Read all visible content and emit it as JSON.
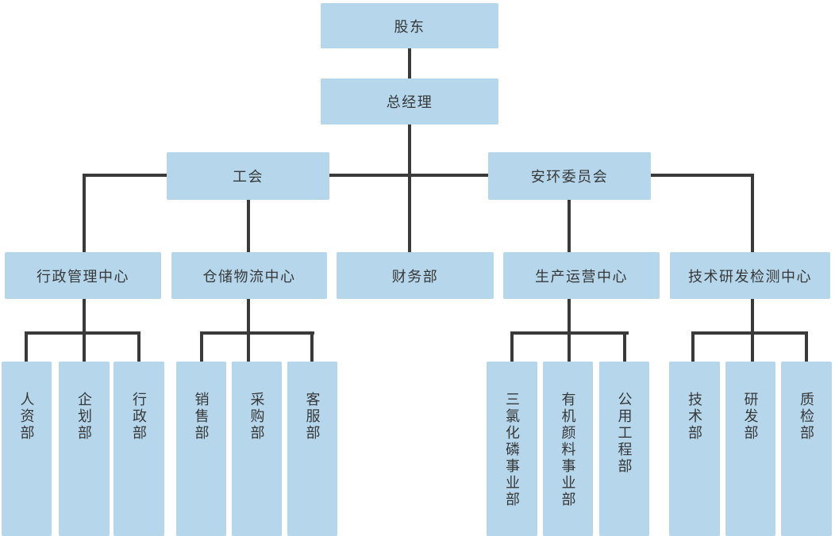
{
  "diagram": {
    "type": "org-chart",
    "colors": {
      "node_fill": "#b5d6eb",
      "connector": "#3a3a3a",
      "text": "#383838",
      "background": "#ffffff"
    },
    "nodes": {
      "shareholders": "股东",
      "general_manager": "总经理",
      "labor_union": "工会",
      "safety_env_committee": "安环委员会",
      "admin_mgmt_center": "行政管理中心",
      "warehouse_logistics_center": "仓储物流中心",
      "finance_dept": "财务部",
      "production_ops_center": "生产运营中心",
      "tech_rd_testing_center": "技术研发检测中心",
      "hr_dept": "人资部",
      "planning_dept": "企划部",
      "administration_dept": "行政部",
      "sales_dept": "销售部",
      "procurement_dept": "采购部",
      "customer_service_dept": "客服部",
      "pcl3_division": "三氯化磷事业部",
      "organic_pigment_division": "有机颜料事业部",
      "utility_engineering_dept": "公用工程部",
      "technology_dept": "技术部",
      "rd_dept": "研发部",
      "quality_inspection_dept": "质检部"
    },
    "hierarchy": {
      "股东": [
        "总经理"
      ],
      "总经理": [
        "工会",
        "安环委员会",
        "财务部"
      ],
      "工会": [
        "行政管理中心",
        "仓储物流中心"
      ],
      "安环委员会": [
        "生产运营中心",
        "技术研发检测中心"
      ],
      "行政管理中心": [
        "人资部",
        "企划部",
        "行政部"
      ],
      "仓储物流中心": [
        "销售部",
        "采购部",
        "客服部"
      ],
      "生产运营中心": [
        "三氯化磷事业部",
        "有机颜料事业部",
        "公用工程部"
      ],
      "技术研发检测中心": [
        "技术部",
        "研发部",
        "质检部"
      ]
    }
  }
}
